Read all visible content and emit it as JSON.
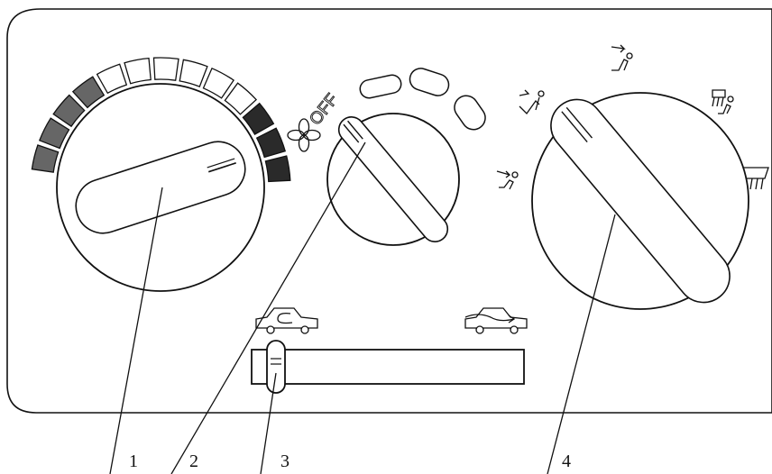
{
  "panel": {
    "fan_off_label": "OFF",
    "temperature_segments": [
      {
        "color": "#666666"
      },
      {
        "color": "#666666"
      },
      {
        "color": "#666666"
      },
      {
        "color": "#666666"
      },
      {
        "color": "#ffffff"
      },
      {
        "color": "#ffffff"
      },
      {
        "color": "#ffffff"
      },
      {
        "color": "#ffffff"
      },
      {
        "color": "#ffffff"
      },
      {
        "color": "#ffffff"
      },
      {
        "color": "#2a2a2a"
      },
      {
        "color": "#2a2a2a"
      },
      {
        "color": "#2a2a2a"
      }
    ]
  },
  "callouts": [
    {
      "label": "1"
    },
    {
      "label": "2"
    },
    {
      "label": "3"
    },
    {
      "label": "4"
    }
  ]
}
